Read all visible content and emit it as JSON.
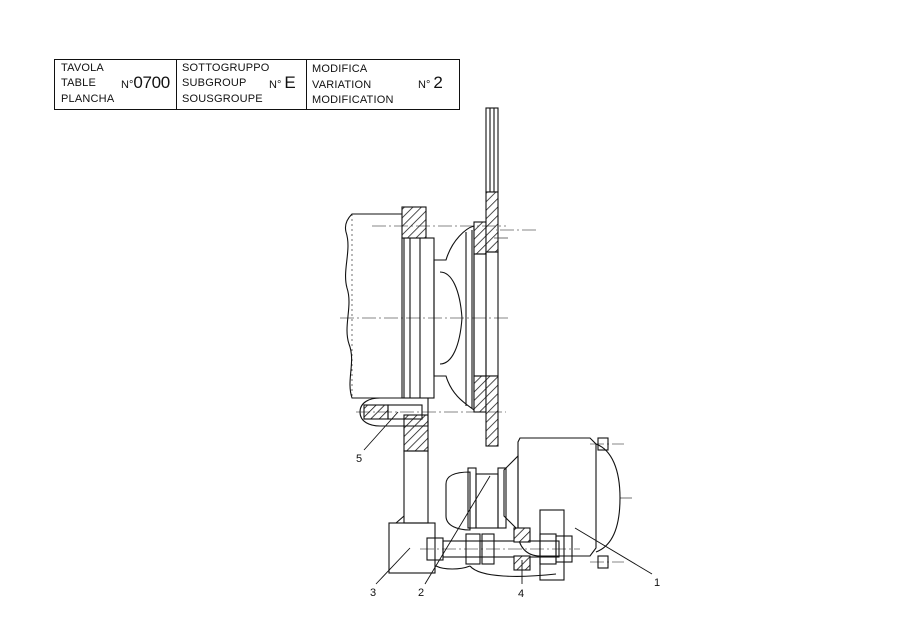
{
  "title_block": {
    "table": {
      "labels": [
        "TAVOLA",
        "TABLE",
        "PLANCHA"
      ],
      "prefix": "N°",
      "value": "0700"
    },
    "subgroup": {
      "labels": [
        "SOTTOGRUPPO",
        "SUBGROUP",
        "SOUSGROUPE"
      ],
      "prefix": "N°",
      "value": "E"
    },
    "modification": {
      "labels": [
        "MODIFICA",
        "VARIATION",
        "MODIFICATION"
      ],
      "prefix": "N°",
      "value": "2"
    }
  },
  "callouts": [
    "1",
    "2",
    "3",
    "4",
    "5"
  ]
}
